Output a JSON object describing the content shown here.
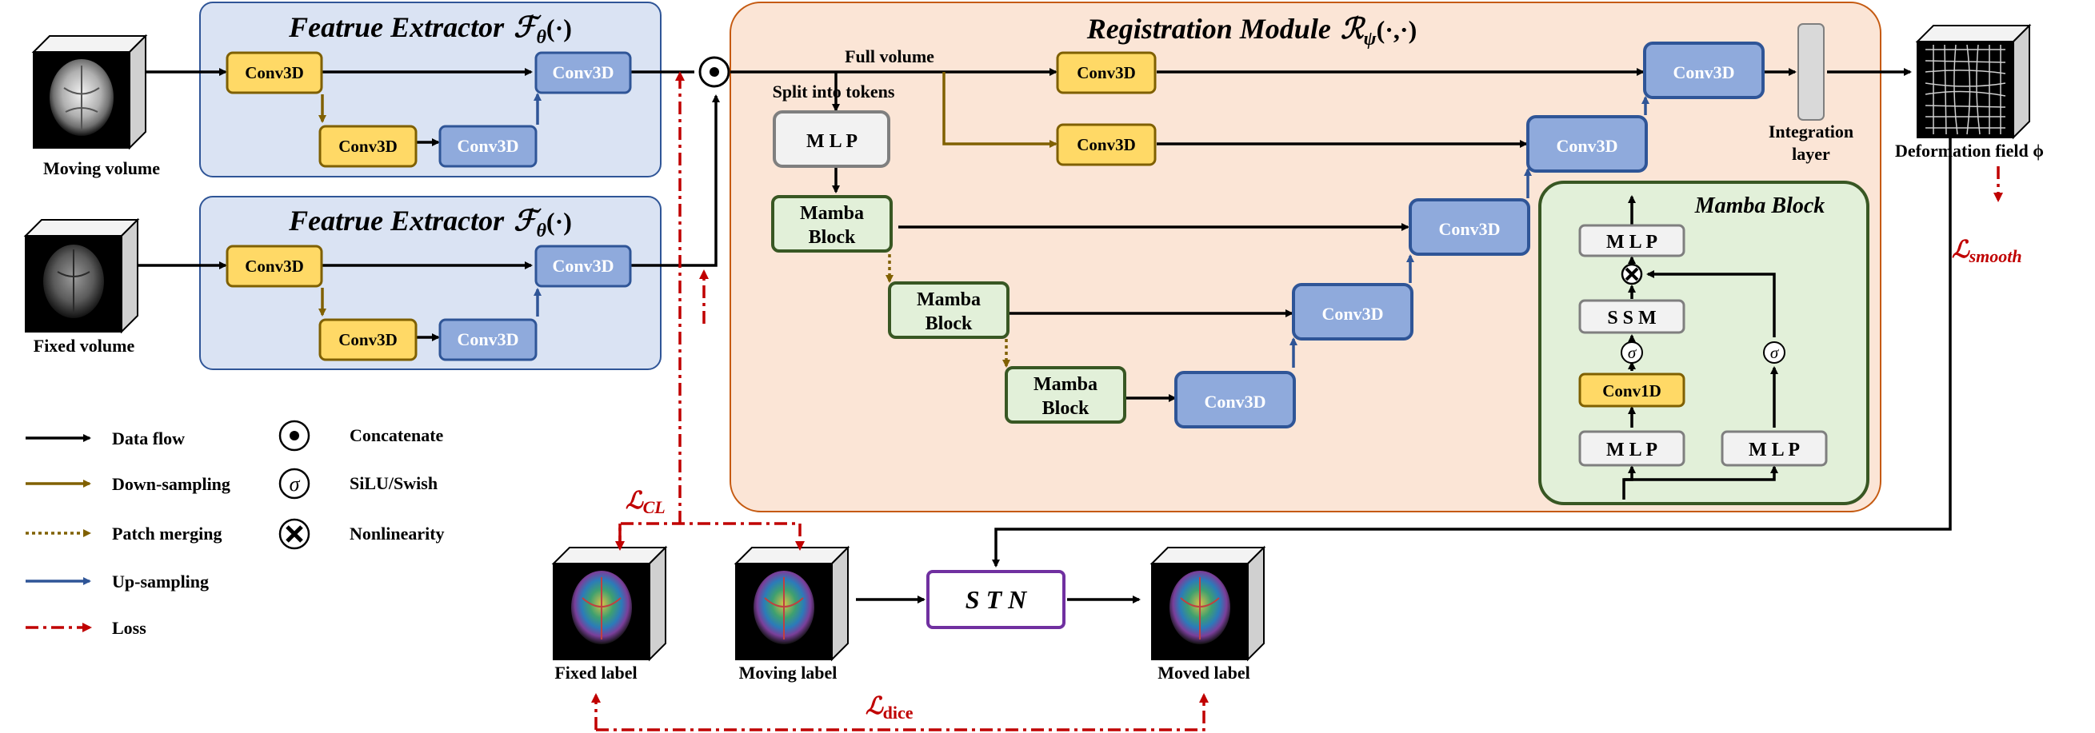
{
  "feature_extractor": {
    "title": "Featrue Extractor",
    "symbol": "ℱ",
    "subscript": "θ",
    "args": "(·)"
  },
  "registration_module": {
    "title": "Registration Module",
    "symbol": "ℛ",
    "subscript": "ψ",
    "args": "(·,·)"
  },
  "mamba_block_panel": {
    "title": "Mamba Block"
  },
  "blocks": {
    "conv3d": "Conv3D",
    "conv1d": "Conv1D",
    "mlp": "M L P",
    "ssm": "S S M",
    "mamba_line1": "Mamba",
    "mamba_line2": "Block",
    "stn": "S T N",
    "sigma": "σ"
  },
  "labels": {
    "moving_volume": "Moving volume",
    "fixed_volume": "Fixed volume",
    "full_volume": "Full volume",
    "split_tokens": "Split into tokens",
    "integration_line1": "Integration",
    "integration_line2": "layer",
    "deformation_field": "Deformation field ϕ",
    "fixed_label": "Fixed label",
    "moving_label": "Moving label",
    "moved_label": "Moved label"
  },
  "losses": {
    "cl": {
      "symbol": "ℒ",
      "sub": "CL"
    },
    "smooth": {
      "symbol": "ℒ",
      "sub": "smooth"
    },
    "dice": {
      "symbol": "ℒ",
      "sub": "dice"
    }
  },
  "legend": {
    "data_flow": "Data flow",
    "down_sampling": "Down-sampling",
    "patch_merging": "Patch merging",
    "up_sampling": "Up-sampling",
    "loss": "Loss",
    "concatenate": "Concatenate",
    "silu": "SiLU/Swish",
    "nonlinearity": "Nonlinearity"
  },
  "colors": {
    "extractor_bg": "#dae3f3",
    "extractor_border": "#2f5597",
    "registration_bg": "#fbe5d6",
    "registration_border": "#c55a11",
    "mamba_panel_bg": "#e2f0d9",
    "mamba_border": "#385723",
    "conv3d_fill": "#8faadc",
    "conv3d_border": "#2f5597",
    "yellow_fill": "#ffd966",
    "yellow_border": "#7f6000",
    "down_arrow": "#806000",
    "up_arrow": "#2f5597",
    "loss_color": "#c00000",
    "stn_border": "#7030a0"
  }
}
